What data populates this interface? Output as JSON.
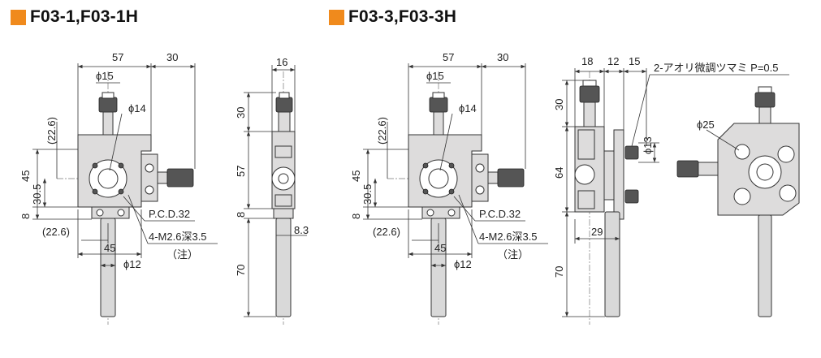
{
  "titles": {
    "left": "F03-1,F03-1H",
    "right": "F03-3,F03-3H"
  },
  "accent_color": "#f08a1c",
  "left_front": {
    "w57": "57",
    "w30": "30",
    "d15": "ϕ15",
    "d14": "ϕ14",
    "h22_6": "(22.6)",
    "h45": "45",
    "h30_5": "30.5",
    "h8": "8",
    "pcd": "P.C.D.32",
    "b22_6": "(22.6)",
    "tap": "4-M2.6深3.5",
    "note": "（注）",
    "b45": "45",
    "d12": "ϕ12"
  },
  "left_side": {
    "w16": "16",
    "h30": "30",
    "h57": "57",
    "h8": "8",
    "w8_3": "8.3",
    "h70": "70"
  },
  "right_front": {
    "w57": "57",
    "w30": "30",
    "d15": "ϕ15",
    "d14": "ϕ14",
    "h22_6": "(22.6)",
    "h45": "45",
    "h30_5": "30.5",
    "h8": "8",
    "pcd": "P.C.D.32",
    "b22_6": "(22.6)",
    "tap": "4-M2.6深3.5",
    "note": "（注）",
    "b45": "45",
    "d12": "ϕ12"
  },
  "right_side": {
    "w18": "18",
    "w12": "12",
    "w15": "15",
    "tilt": "2-アオリ微調ツマミ P=0.5",
    "h30": "30",
    "d13": "ϕ13",
    "d25": "ϕ25",
    "h64": "64",
    "w29": "29",
    "h70": "70"
  }
}
